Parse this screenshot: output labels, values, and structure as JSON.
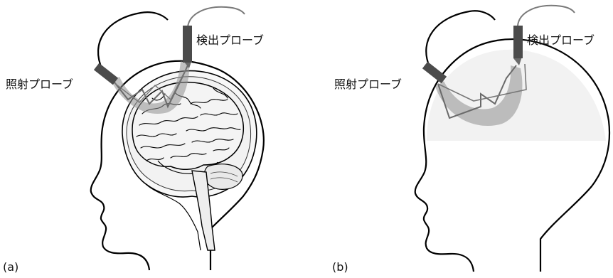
{
  "panels": [
    {
      "tag": "(a)",
      "probe_emitter_label": "照射プローブ",
      "probe_detector_label": "検出プローブ"
    },
    {
      "tag": "(b)",
      "probe_emitter_label": "照射プローブ",
      "probe_detector_label": "検出プローブ"
    }
  ],
  "colors": {
    "outline": "#000000",
    "probe": "#4b4b4b",
    "banana_shadow": "#8f8f8f",
    "light_path": "#6a6a6a",
    "brain_fill": "#f3f3f3",
    "head_fill": "#f2f2f2"
  }
}
